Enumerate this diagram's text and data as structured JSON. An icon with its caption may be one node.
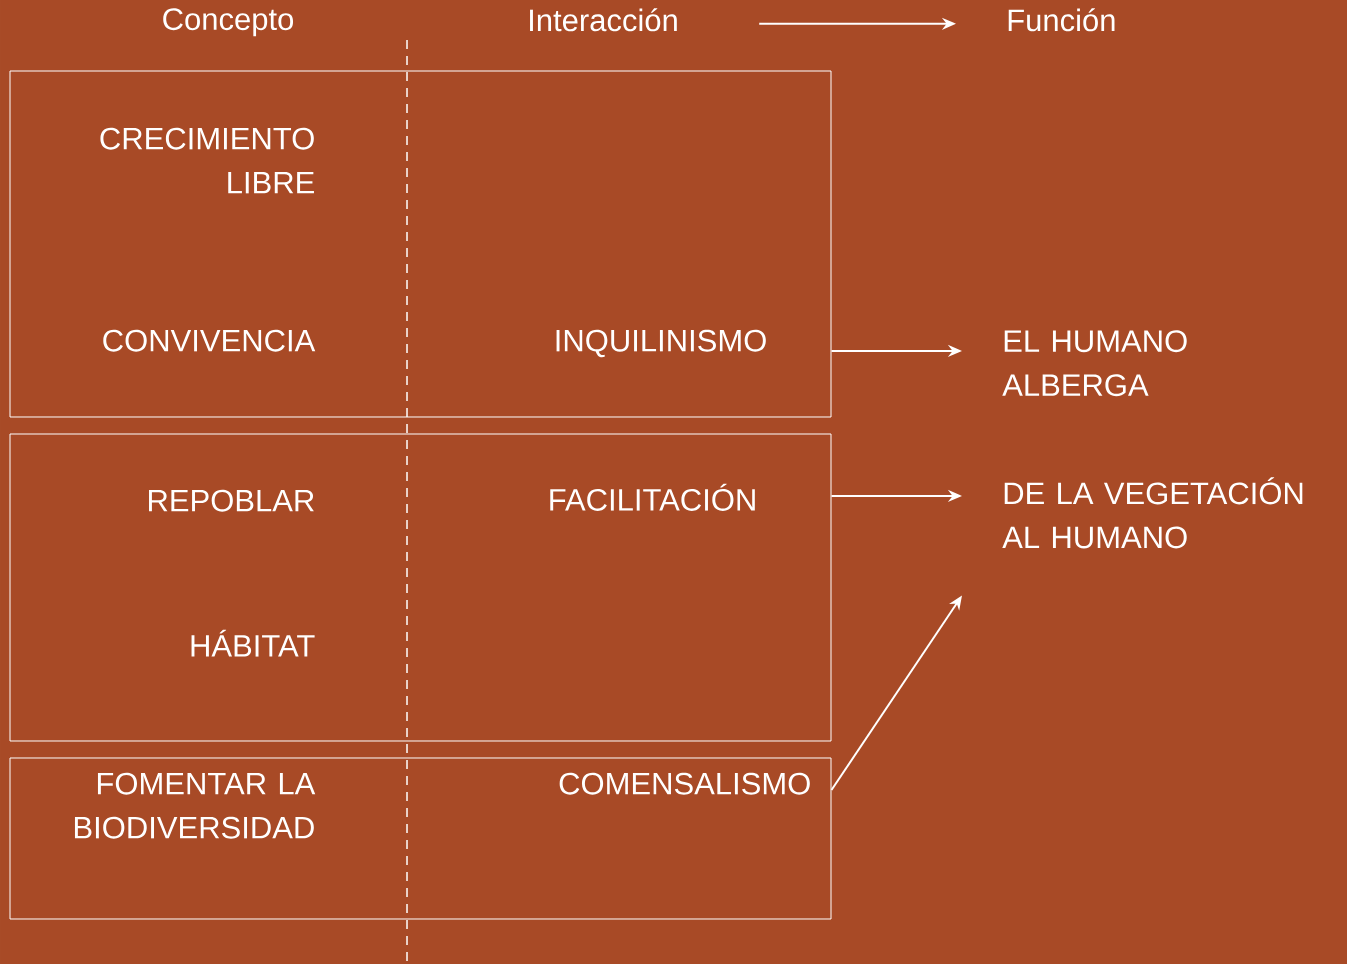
{
  "diagram": {
    "nodes": [
      {
        "text": [
          "Interacción"
        ]
      },
      {
        "text": [
          "Función"
        ]
      },
      {
        "text": [],
        "shape": "box"
      },
      {
        "text": [
          "CRECIMIENTO LIBRE"
        ],
        "in": 2
      },
      {
        "text": [
          "CONVIVENCIA"
        ],
        "in": 2
      },
      {
        "text": [
          "INQUILINISMO"
        ],
        "in": 2
      },
      {
        "text": [
          "EL HUMANO ALBERGA"
        ]
      },
      {
        "text": [],
        "shape": "box"
      },
      {
        "text": [
          "REPOBLAR"
        ],
        "in": 7
      },
      {
        "text": [
          "FACILITACIÓN"
        ],
        "in": 7
      },
      {
        "text": [
          "HÁBITAT"
        ],
        "in": 7
      },
      {
        "text": [
          "DE LA VEGETACIÓN AL HUMANO"
        ]
      },
      {
        "text": [],
        "shape": "box"
      },
      {
        "text": [
          "FOMENTAR LA BIODIVERSIDAD"
        ],
        "in": 12
      },
      {
        "text": [
          "COMENSALISMO"
        ],
        "in": 12
      }
    ],
    "edges": [
      {
        "from": 0,
        "to": 1,
        "arrow": "to"
      },
      {
        "from": 2,
        "to": 6,
        "arrow": "to"
      },
      {
        "from": 7,
        "to": 11,
        "arrow": "to"
      },
      {
        "from": 12,
        "to": 11,
        "arrow": "to"
      }
    ],
    "labels": [
      "Concepto"
    ]
  }
}
